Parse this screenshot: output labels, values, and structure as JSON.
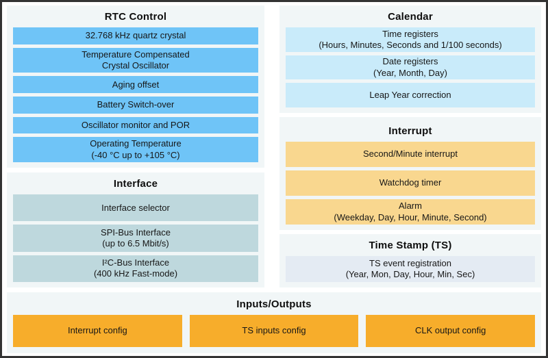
{
  "colors": {
    "frame_border": "#333333",
    "panel_bg": "#f1f6f7",
    "rtc_block": "#6fc4f7",
    "interface_block": "#bed8dd",
    "calendar_block": "#c9ebfa",
    "interrupt_block": "#f9d78f",
    "timestamp_block": "#e4ebf3",
    "io_block": "#f7ad2b",
    "text": "#1a1a1a"
  },
  "panels": {
    "rtc_control": {
      "title": "RTC Control",
      "blocks": [
        "32.768 kHz quartz crystal",
        "Temperature Compensated\nCrystal Oscillator",
        "Aging offset",
        "Battery Switch-over",
        "Oscillator monitor and POR",
        "Operating Temperature\n(-40 °C up to +105 °C)"
      ]
    },
    "interface": {
      "title": "Interface",
      "blocks": [
        "Interface selector",
        "SPI-Bus Interface\n(up to 6.5 Mbit/s)",
        "I²C-Bus Interface\n(400 kHz Fast-mode)"
      ]
    },
    "calendar": {
      "title": "Calendar",
      "blocks": [
        "Time registers\n(Hours, Minutes, Seconds and 1/100 seconds)",
        "Date registers\n(Year, Month, Day)",
        "Leap Year correction"
      ]
    },
    "interrupt": {
      "title": "Interrupt",
      "blocks": [
        "Second/Minute interrupt",
        "Watchdog timer",
        "Alarm\n(Weekday, Day, Hour, Minute, Second)"
      ]
    },
    "time_stamp": {
      "title": "Time Stamp (TS)",
      "blocks": [
        "TS event registration\n(Year, Mon, Day, Hour, Min, Sec)"
      ]
    },
    "inputs_outputs": {
      "title": "Inputs/Outputs",
      "blocks": [
        "Interrupt config",
        "TS inputs config",
        "CLK output config"
      ]
    }
  }
}
